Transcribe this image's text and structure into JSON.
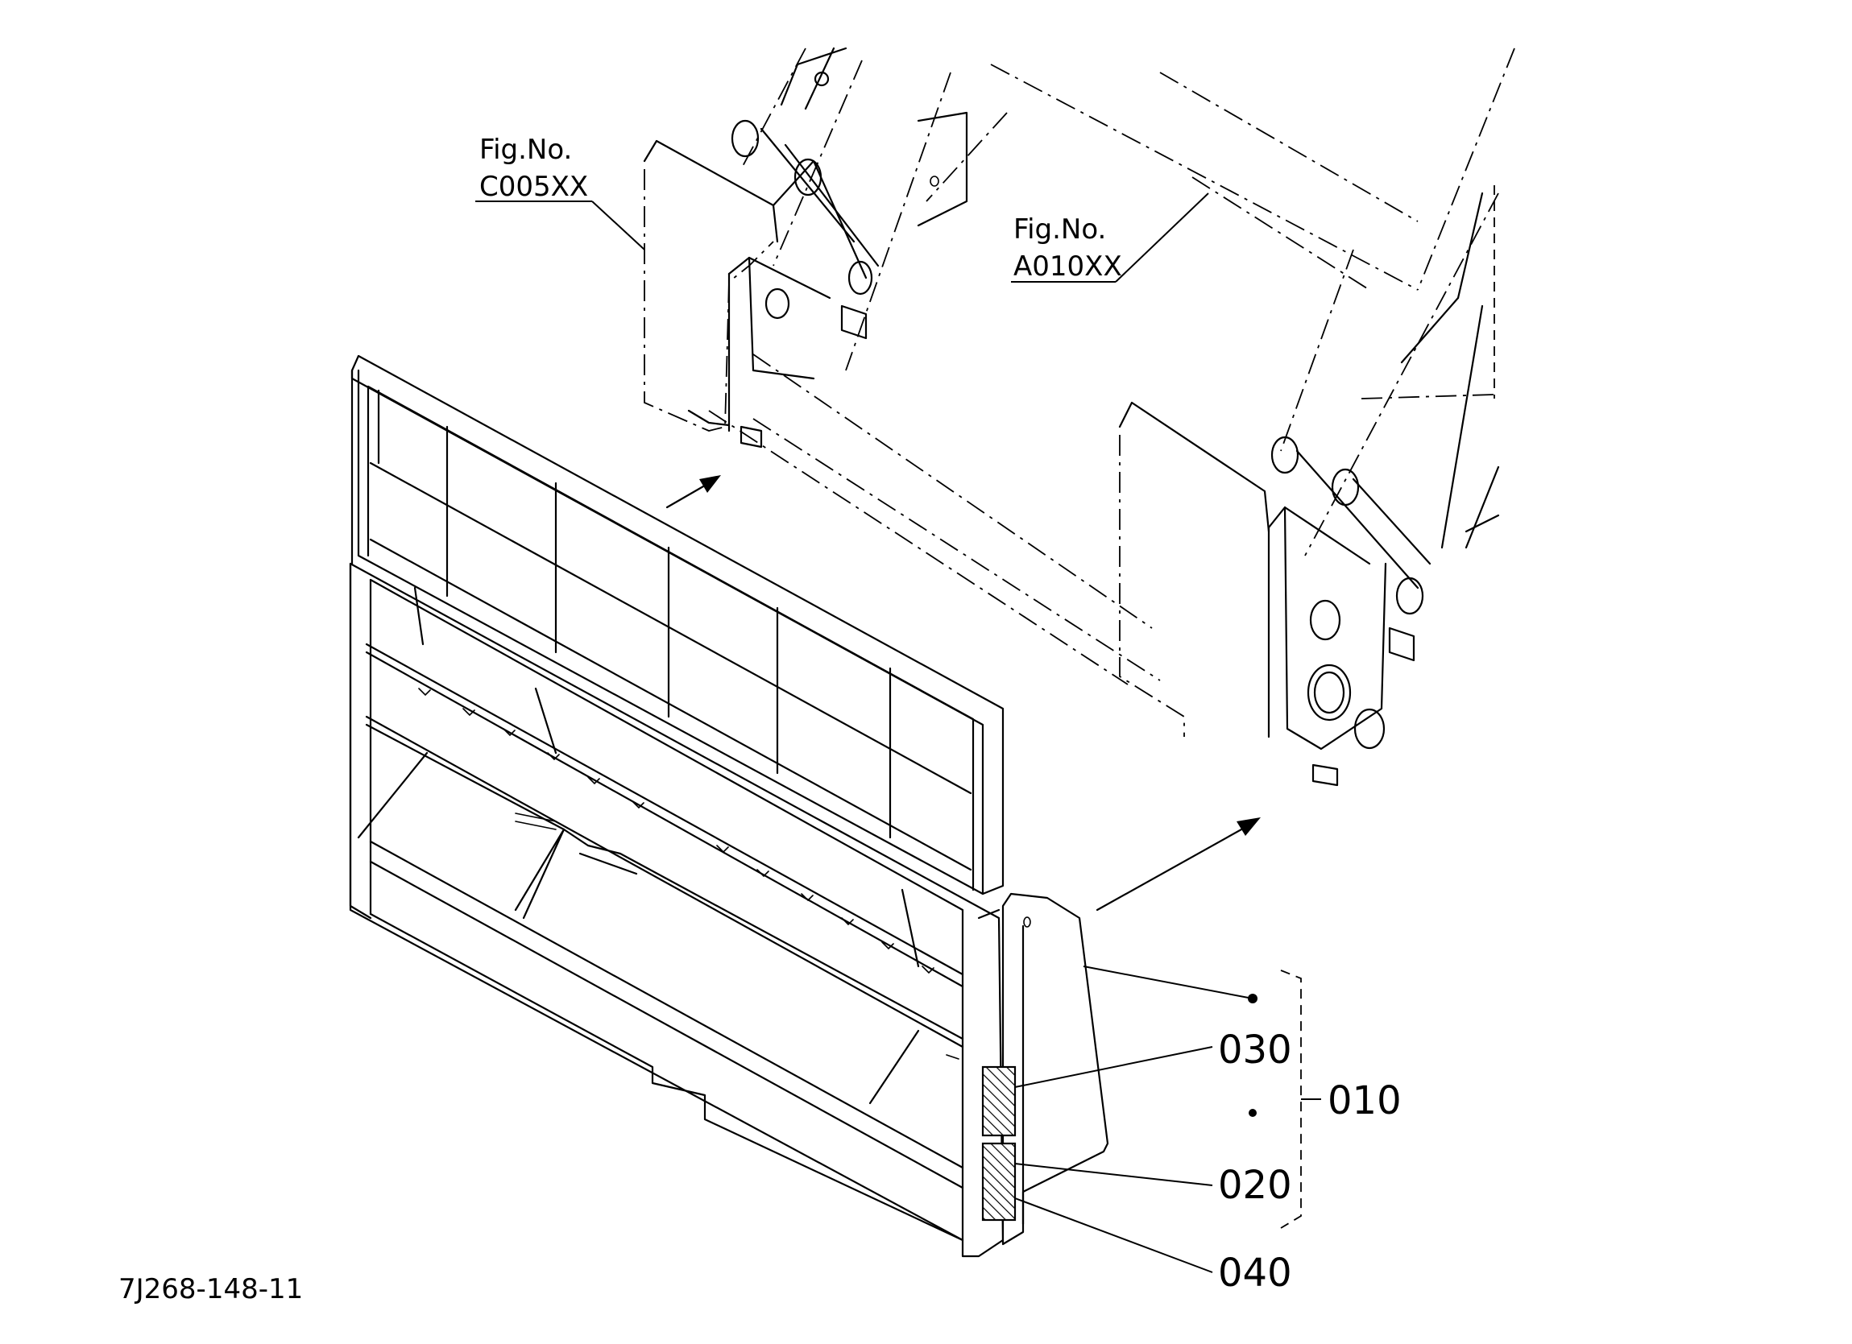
{
  "figure_refs": [
    {
      "prefix": "Fig.No.",
      "code": "C005XX"
    },
    {
      "prefix": "Fig.No.",
      "code": "A010XX"
    }
  ],
  "parts": {
    "p030": "030",
    "p020": "020",
    "p040": "040",
    "p010": "010"
  },
  "drawing_code": "7J268-148-11"
}
